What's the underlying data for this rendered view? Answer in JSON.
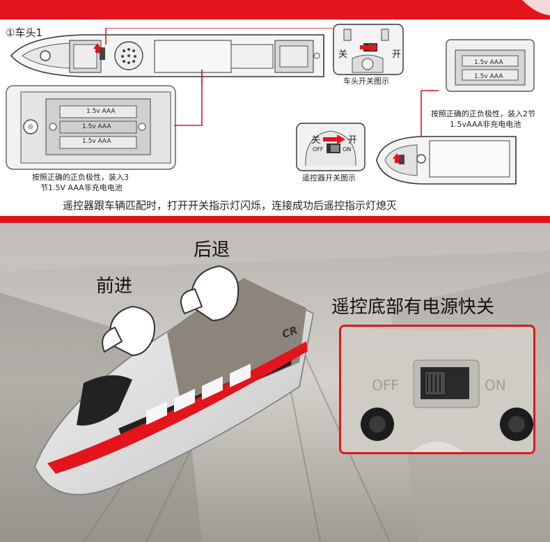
{
  "diagram": {
    "head_label": "①车头1",
    "switch_off": "关",
    "switch_on": "开",
    "head_switch_caption": "车头开关图示",
    "battery_label": "1.5v AAA",
    "battery_instruction_3_line1": "按照正确的正负极性，装入3",
    "battery_instruction_3_line2": "节1.5V AAA非充电电池",
    "battery_instruction_2_line1": "按照正确的正负极性，装入2节",
    "battery_instruction_2_line2": "1.5vAAA非充电电池",
    "remote_switch_off_en": "OFF",
    "remote_switch_on_en": "ON",
    "remote_switch_caption": "遥控器开关图示",
    "pairing_instruction": "遥控器跟车辆匹配时，打开开关指示灯闪烁，连接成功后遥控指示灯熄灭"
  },
  "photo": {
    "forward_label": "前进",
    "backward_label": "后退",
    "power_switch_label": "遥控底部有电源快关",
    "off_text": "OFF",
    "on_text": "ON",
    "brand_mark": "CR"
  },
  "colors": {
    "accent": "#e3141b",
    "outline": "#222222"
  }
}
